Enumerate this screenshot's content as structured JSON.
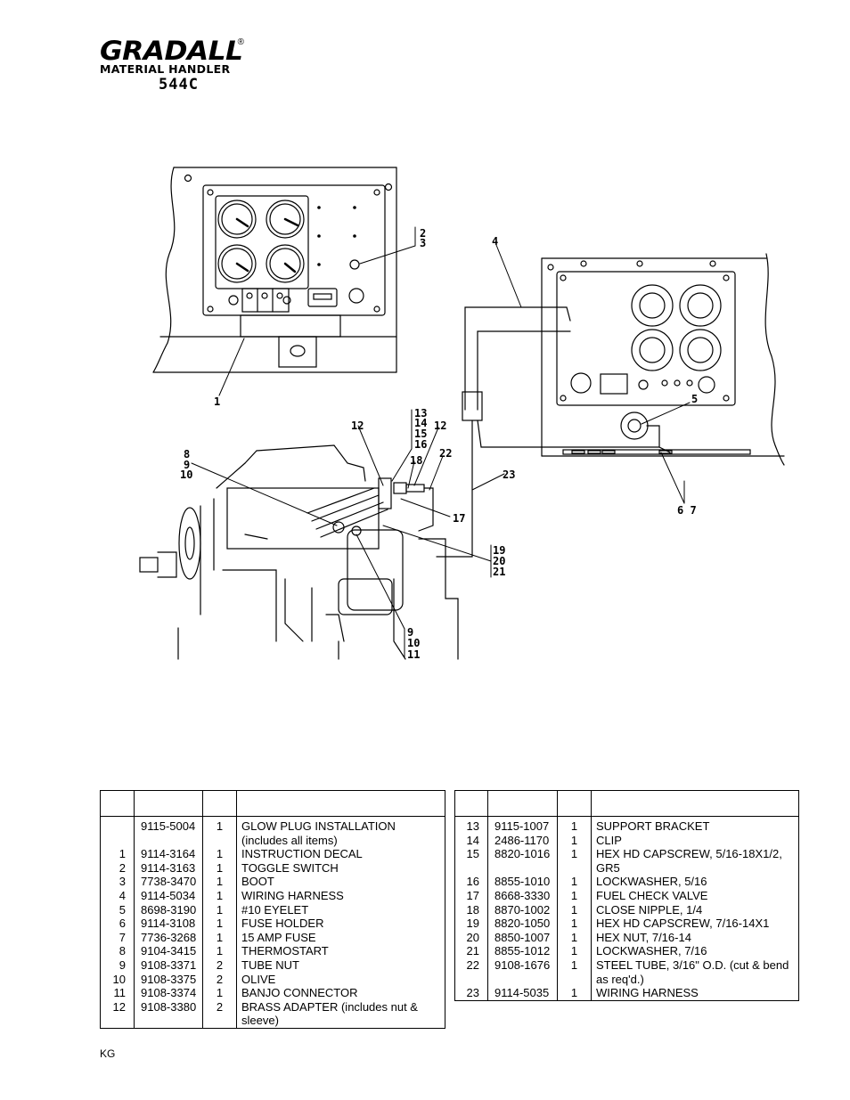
{
  "header": {
    "brand": "GRADALL",
    "registered": "®",
    "subtitle": "MATERIAL HANDLER",
    "model": "544C"
  },
  "figure": {
    "callouts": [
      "2",
      "3",
      "4",
      "1",
      "5",
      "6 7",
      "12",
      "13",
      "14",
      "15",
      "16",
      "12",
      "18",
      "22",
      "8",
      "9",
      "10",
      "23",
      "17",
      "19",
      "20",
      "21",
      "9",
      "10",
      "11"
    ]
  },
  "parts_table_left": {
    "headers": [
      "",
      "",
      "",
      ""
    ],
    "rows": [
      {
        "item": "",
        "part": "9115-5004",
        "qty": "1",
        "desc": "GLOW PLUG INSTALLATION (includes all items)"
      },
      {
        "item": "1",
        "part": "9114-3164",
        "qty": "1",
        "desc": "INSTRUCTION DECAL"
      },
      {
        "item": "2",
        "part": "9114-3163",
        "qty": "1",
        "desc": "TOGGLE SWITCH"
      },
      {
        "item": "3",
        "part": "7738-3470",
        "qty": "1",
        "desc": "BOOT"
      },
      {
        "item": "4",
        "part": "9114-5034",
        "qty": "1",
        "desc": "WIRING HARNESS"
      },
      {
        "item": "5",
        "part": "8698-3190",
        "qty": "1",
        "desc": " #10 EYELET"
      },
      {
        "item": "6",
        "part": "9114-3108",
        "qty": "1",
        "desc": "FUSE HOLDER"
      },
      {
        "item": "7",
        "part": "7736-3268",
        "qty": "1",
        "desc": "15 AMP FUSE"
      },
      {
        "item": "8",
        "part": "9104-3415",
        "qty": "1",
        "desc": "THERMOSTART"
      },
      {
        "item": "9",
        "part": "9108-3371",
        "qty": "2",
        "desc": "TUBE NUT"
      },
      {
        "item": "10",
        "part": "9108-3375",
        "qty": "2",
        "desc": "OLIVE"
      },
      {
        "item": "11",
        "part": "9108-3374",
        "qty": "1",
        "desc": "BANJO CONNECTOR"
      },
      {
        "item": "12",
        "part": "9108-3380",
        "qty": "2",
        "desc": "BRASS ADAPTER (includes nut & sleeve)"
      }
    ]
  },
  "parts_table_right": {
    "headers": [
      "",
      "",
      "",
      ""
    ],
    "rows": [
      {
        "item": "13",
        "part": "9115-1007",
        "qty": "1",
        "desc": "SUPPORT BRACKET"
      },
      {
        "item": "14",
        "part": "2486-1170",
        "qty": "1",
        "desc": "CLIP"
      },
      {
        "item": "15",
        "part": "8820-1016",
        "qty": "1",
        "desc": "HEX HD CAPSCREW, 5/16-18X1/2, GR5"
      },
      {
        "item": "16",
        "part": "8855-1010",
        "qty": "1",
        "desc": "LOCKWASHER, 5/16"
      },
      {
        "item": "17",
        "part": "8668-3330",
        "qty": "1",
        "desc": "FUEL CHECK VALVE"
      },
      {
        "item": "18",
        "part": "8870-1002",
        "qty": "1",
        "desc": "CLOSE NIPPLE, 1/4"
      },
      {
        "item": "19",
        "part": "8820-1050",
        "qty": "1",
        "desc": "HEX HD CAPSCREW, 7/16-14X1"
      },
      {
        "item": "20",
        "part": "8850-1007",
        "qty": "1",
        "desc": "HEX NUT, 7/16-14"
      },
      {
        "item": "21",
        "part": "8855-1012",
        "qty": "1",
        "desc": "LOCKWASHER, 7/16"
      },
      {
        "item": "22",
        "part": "9108-1676",
        "qty": "1",
        "desc": "STEEL TUBE, 3/16\" O.D. (cut & bend as req'd.)"
      },
      {
        "item": "23",
        "part": "9114-5035",
        "qty": "1",
        "desc": "WIRING HARNESS"
      }
    ]
  },
  "footer": {
    "code": "KG"
  }
}
